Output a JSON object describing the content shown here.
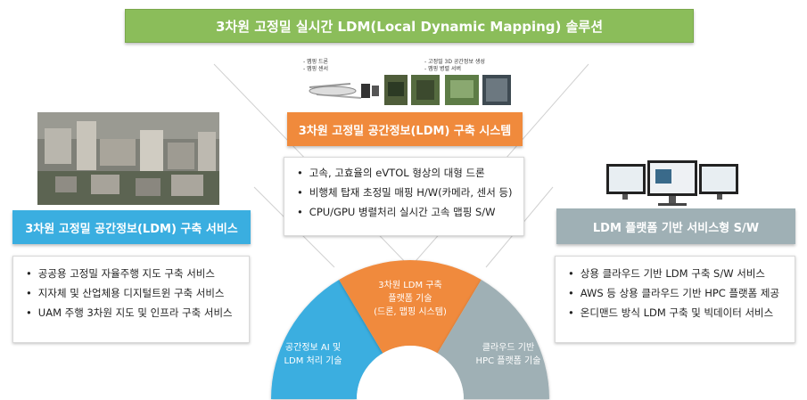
{
  "title": "3차원 고정밀 실시간 LDM(Local Dynamic Mapping) 솔루션",
  "left": {
    "header": "3차원 고정밀 공간정보(LDM) 구축 서비스",
    "items": [
      "공공용 고정밀 자율주행 지도 구축 서비스",
      "지자체 및 산업체용 디지털트윈 구축 서비스",
      "UAM 주행 3차원 지도 및 인프라 구축 서비스"
    ]
  },
  "center": {
    "header": "3차원 고정밀 공간정보(LDM) 구축 시스템",
    "items": [
      "고속, 고효율의 eVTOL 형상의 대형 드론",
      "비행체 탑재 초정밀 매핑 H/W(카메라, 센서 등)",
      "CPU/GPU 병렬처리 실시간 고속 맵핑 S/W"
    ],
    "photo_labels_left": [
      "- 맵핑 드론",
      "- 맵핑 센서"
    ],
    "photo_labels_right": [
      "- 고정밀 3D 공간정보 생성",
      "- 맵핑 병렬 서버"
    ]
  },
  "right": {
    "header": "LDM 플랫폼 기반 서비스형 S/W",
    "items": [
      "상용 클라우드 기반 LDM 구축 S/W 서비스",
      "AWS 등 상용 클라우드 기반 HPC 플랫폼 제공",
      "온디맨드 방식 LDM 구축  및 빅데이터 서비스"
    ]
  },
  "arc": {
    "left_lines": [
      "공간정보 AI 및",
      "LDM 처리 기술"
    ],
    "center_lines": [
      "3차원 LDM 구축",
      "플랫폼 기술",
      "(드론, 맵핑 시스템)"
    ],
    "right_lines": [
      "클라우드 기반",
      "HPC 플랫폼 기술"
    ]
  },
  "colors": {
    "green": "#8bbd5a",
    "blue": "#3aaee0",
    "orange": "#f08a3c",
    "gray": "#9fb0b5"
  }
}
